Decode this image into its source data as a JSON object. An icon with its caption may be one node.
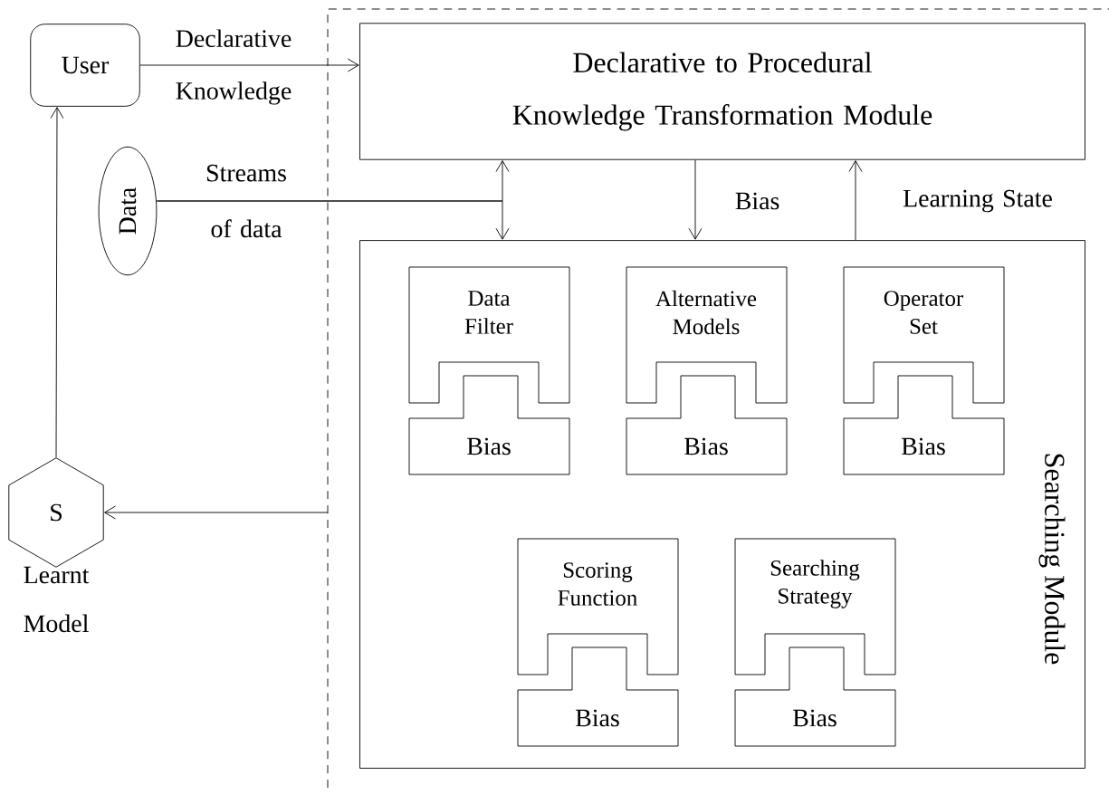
{
  "diagram": {
    "nodes": [
      {
        "text": [
          "User"
        ]
      },
      {
        "text": [
          "Data"
        ]
      },
      {
        "text": [
          "S"
        ],
        "beside": [
          "Learnt Model"
        ]
      },
      {
        "text": [
          "Declarative to Procedural Knowledge Transformation Module"
        ]
      },
      {
        "text": [
          "Searching Module"
        ]
      },
      {
        "text": [
          "Data Filter"
        ],
        "in": 4
      },
      {
        "text": [
          "Bias"
        ],
        "in": 4
      },
      {
        "text": [
          "Alternative Models"
        ],
        "in": 4
      },
      {
        "text": [
          "Bias"
        ],
        "in": 4
      },
      {
        "text": [
          "Operator Set"
        ],
        "in": 4
      },
      {
        "text": [
          "Bias"
        ],
        "in": 4
      },
      {
        "text": [
          "Scoring Function"
        ],
        "in": 4
      },
      {
        "text": [
          "Bias"
        ],
        "in": 4
      },
      {
        "text": [
          "Searching Strategy"
        ],
        "in": 4
      },
      {
        "text": [
          "Bias"
        ],
        "in": 4
      }
    ],
    "edges": [
      {
        "from": 0,
        "to": 3,
        "arrow": "to",
        "label": "Declarative Knowledge"
      },
      {
        "from": 1,
        "to": 3,
        "arrow": "to",
        "label": "Streams of data"
      },
      {
        "from": 1,
        "to": 4,
        "arrow": "to"
      },
      {
        "from": 3,
        "to": 4,
        "arrow": "to",
        "label": "Bias"
      },
      {
        "from": 4,
        "to": 3,
        "arrow": "to",
        "label": "Learning State"
      },
      {
        "from": null,
        "to": 2,
        "arrow": "to"
      },
      {
        "from": 2,
        "to": 0,
        "arrow": "to"
      }
    ]
  }
}
